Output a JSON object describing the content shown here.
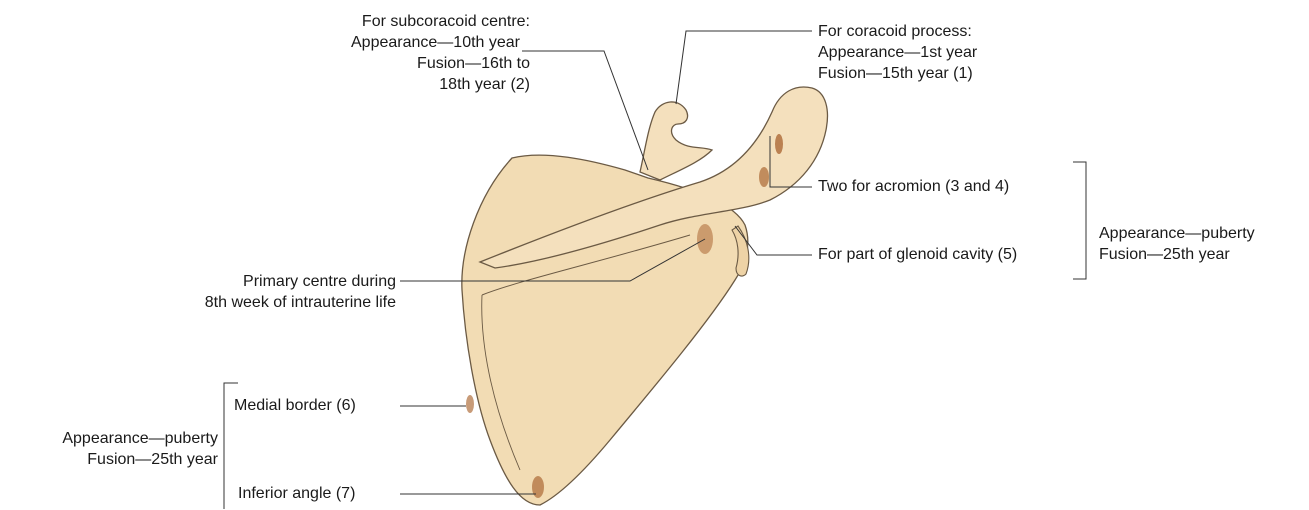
{
  "labels": {
    "subcoracoid": {
      "line1": "For subcoracoid centre:",
      "line2": "Appearance—10th year",
      "line3": "Fusion—16th to",
      "line4": "18th year (2)"
    },
    "coracoid": {
      "line1": "For coracoid process:",
      "line2": "Appearance—1st year",
      "line3": "Fusion—15th year (1)"
    },
    "acromion": "Two for acromion (3 and 4)",
    "glenoid": "For part of glenoid cavity (5)",
    "right_bracket_note": {
      "line1": "Appearance—puberty",
      "line2": "Fusion—25th year"
    },
    "primary": {
      "line1": "Primary centre during",
      "line2": "8th week of intrauterine life"
    },
    "medial_border": "Medial border (6)",
    "inferior_angle": "Inferior angle (7)",
    "left_bracket_note": {
      "line1": "Appearance—puberty",
      "line2": "Fusion—25th year"
    }
  },
  "colors": {
    "bone_fill": "#f2dcb4",
    "bone_outline": "#6b5a44",
    "ossification_centre": "#b0703e",
    "leader_line": "#333333"
  }
}
